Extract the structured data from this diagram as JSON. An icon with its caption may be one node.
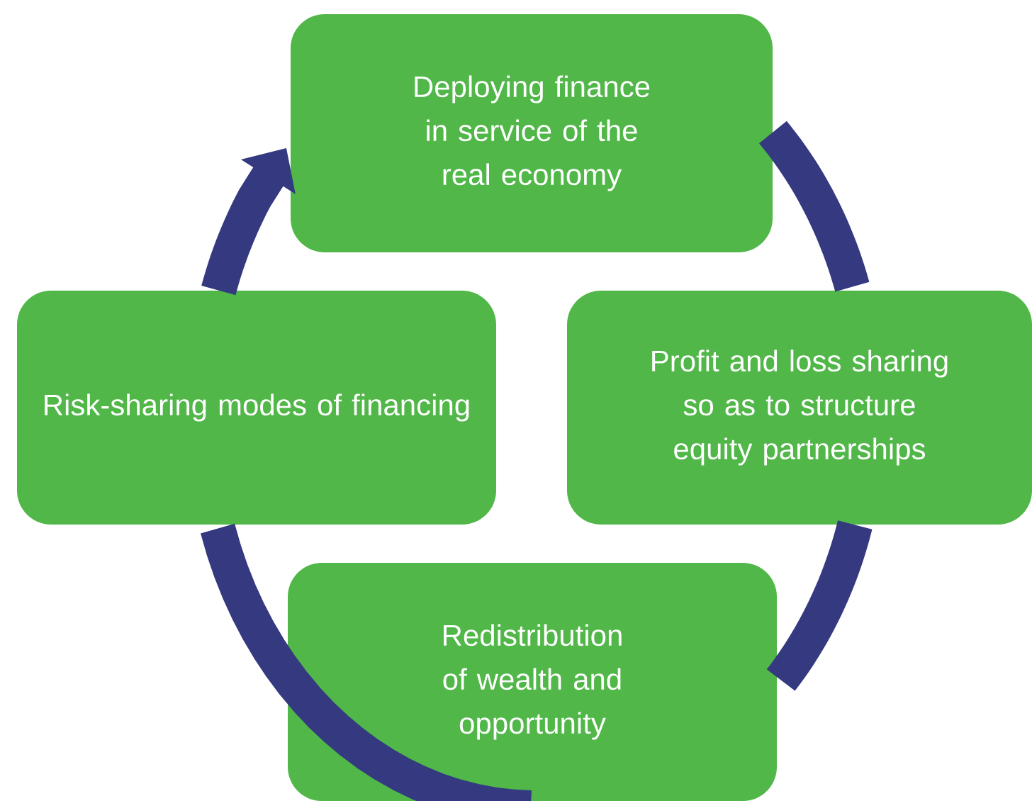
{
  "diagram": {
    "nodes": [
      {
        "text": [
          "Deploying finance in service of the real economy"
        ]
      },
      {
        "text": [
          "Profit and loss sharing so as to structure equity partnerships"
        ]
      },
      {
        "text": [
          "Redistribution of wealth and opportunity"
        ]
      },
      {
        "text": [
          "Risk-sharing modes of financing"
        ]
      }
    ],
    "edges": [
      {
        "from": 0,
        "to": 1,
        "arrow": "none"
      },
      {
        "from": 1,
        "to": 2,
        "arrow": "none"
      },
      {
        "from": 2,
        "to": 3,
        "arrow": "none"
      },
      {
        "from": 3,
        "to": 0,
        "arrow": "to"
      }
    ]
  }
}
